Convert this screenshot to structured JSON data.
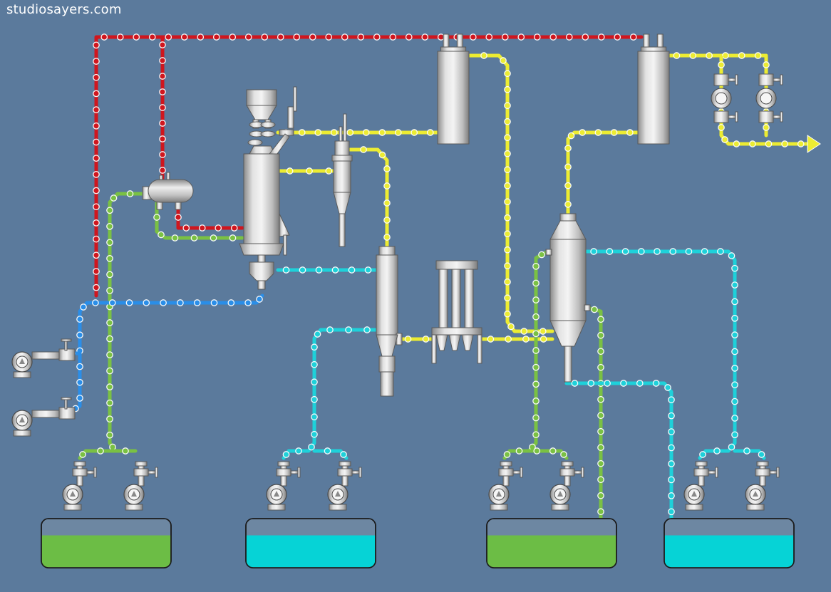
{
  "watermark": "studiosayers.com",
  "colors": {
    "background": "#5b7a9c",
    "line_red": "#d0161e",
    "line_yellow": "#ecec32",
    "line_green": "#7ac143",
    "line_blue": "#2a8ee8",
    "line_cyan": "#1ed1da",
    "tank_green": "#6cbd45",
    "tank_cyan": "#06d3d6",
    "equipment_steel": "#c8c8c8"
  },
  "pipelines": [
    {
      "id": "red-supply",
      "color": "line_red"
    },
    {
      "id": "yellow-process",
      "color": "line_yellow"
    },
    {
      "id": "green-circuit",
      "color": "line_green"
    },
    {
      "id": "blue-circuit",
      "color": "line_blue"
    },
    {
      "id": "cyan-circuit",
      "color": "line_cyan"
    }
  ],
  "tanks": [
    {
      "id": "tank-1",
      "fill": "tank_green",
      "level": 0.66
    },
    {
      "id": "tank-2",
      "fill": "tank_cyan",
      "level": 0.66
    },
    {
      "id": "tank-3",
      "fill": "tank_green",
      "level": 0.66
    },
    {
      "id": "tank-4",
      "fill": "tank_cyan",
      "level": 0.66
    }
  ],
  "icons": [
    "pump-icon",
    "valve-icon",
    "reactor-icon",
    "cyclone-icon",
    "filter-icon",
    "separator-icon",
    "tank-icon",
    "arrow-icon"
  ]
}
